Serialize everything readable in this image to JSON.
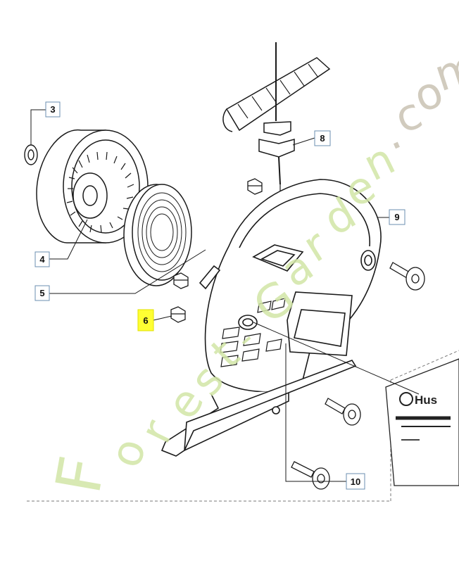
{
  "callouts": [
    {
      "id": "3",
      "label": "3",
      "highlighted": false
    },
    {
      "id": "4",
      "label": "4",
      "highlighted": false
    },
    {
      "id": "5",
      "label": "5",
      "highlighted": false
    },
    {
      "id": "6",
      "label": "6",
      "highlighted": true
    },
    {
      "id": "8",
      "label": "8",
      "highlighted": false
    },
    {
      "id": "9",
      "label": "9",
      "highlighted": false
    },
    {
      "id": "10",
      "label": "10",
      "highlighted": false
    }
  ],
  "brand_decal": "Hus",
  "watermark": {
    "letters": [
      "F",
      "o",
      "r",
      "e",
      "s",
      "t",
      "-",
      "G",
      "a",
      "r",
      "d",
      "e",
      "n",
      ".",
      "c",
      "o",
      "m"
    ]
  },
  "colors": {
    "line": "#1a1a1a",
    "callout_box_border": "#6b8fb0",
    "highlight": "#ffff33",
    "watermark_green": "#d2e6a6",
    "watermark_gray": "#c9c3b3"
  }
}
